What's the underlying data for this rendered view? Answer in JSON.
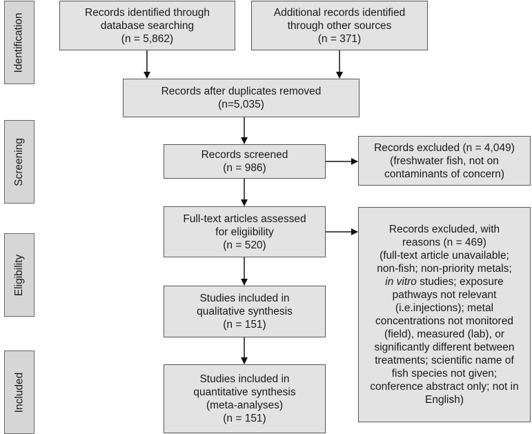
{
  "stages": [
    {
      "id": "identification",
      "label": "Identification"
    },
    {
      "id": "screening",
      "label": "Screening"
    },
    {
      "id": "eligibility",
      "label": "Eligibility"
    },
    {
      "id": "included",
      "label": "Included"
    }
  ],
  "boxes": {
    "database": {
      "lines": [
        "Records identified through",
        "database searching",
        "(n = 5,862)"
      ]
    },
    "other_sources": {
      "lines": [
        "Additional records identified",
        "through other sources",
        "(n = 371)"
      ]
    },
    "duplicates_removed": {
      "lines": [
        "Records after duplicates removed",
        "(n=5,035)"
      ]
    },
    "screened": {
      "lines": [
        "Records screened",
        "(n = 986)"
      ]
    },
    "excluded_screening": {
      "lines": [
        "Records excluded (n = 4,049)",
        "(freshwater fish, not on",
        "contaminants of concern)"
      ]
    },
    "fulltext": {
      "lines": [
        "Full-text articles assessed",
        "for eligiibility",
        "(n = 520)"
      ]
    },
    "excluded_fulltext": {
      "lines": [
        "Records excluded, with",
        "reasons (n = 469)",
        "(full-text article unavailable;",
        "non-fish; non-priority metals;",
        "studies; exposure",
        "pathways not relevant",
        "(i.e.injections); metal",
        "concentrations not monitored",
        "(field), measured (lab), or",
        "significantly different between",
        "treatments; scientific name of",
        "fish species not given;",
        "conference abstract only; not in",
        "English)"
      ],
      "italic_term": "in vitro"
    },
    "qualitative": {
      "lines": [
        "Studies included in",
        "qualitative synthesis",
        "(n = 151)"
      ]
    },
    "quantitative": {
      "lines": [
        "Studies included in",
        "quantitative synthesis",
        "(meta-analyses)",
        "(n = 151)"
      ]
    }
  }
}
